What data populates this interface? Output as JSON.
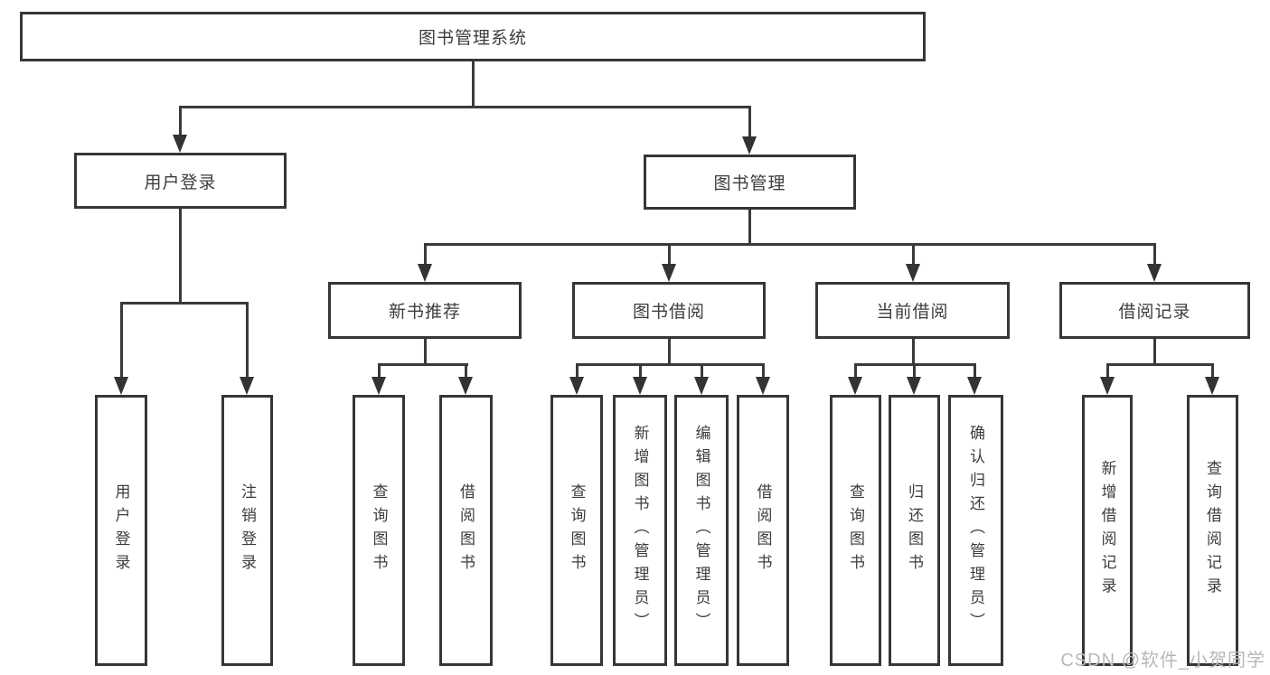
{
  "root": {
    "label": "图书管理系统"
  },
  "branches": [
    {
      "label": "用户登录",
      "children": [
        {
          "label": "用户登录"
        },
        {
          "label": "注销登录"
        }
      ]
    },
    {
      "label": "图书管理",
      "children": [
        {
          "label": "新书推荐",
          "children": [
            {
              "label": "查询图书"
            },
            {
              "label": "借阅图书"
            }
          ]
        },
        {
          "label": "图书借阅",
          "children": [
            {
              "label": "查询图书"
            },
            {
              "label": "新增图书（管理员）"
            },
            {
              "label": "编辑图书（管理员）"
            },
            {
              "label": "借阅图书"
            }
          ]
        },
        {
          "label": "当前借阅",
          "children": [
            {
              "label": "查询图书"
            },
            {
              "label": "归还图书"
            },
            {
              "label": "确认归还（管理员）"
            }
          ]
        },
        {
          "label": "借阅记录",
          "children": [
            {
              "label": "新增借阅记录"
            },
            {
              "label": "查询借阅记录"
            }
          ]
        }
      ]
    }
  ],
  "watermark": {
    "text": "CSDN @软件_小贺同学",
    "color": "#b8b8b8"
  },
  "colors": {
    "line": "#3a3a3a",
    "box_border": "#363636",
    "text": "#3d3d3d",
    "background": "#ffffff"
  }
}
